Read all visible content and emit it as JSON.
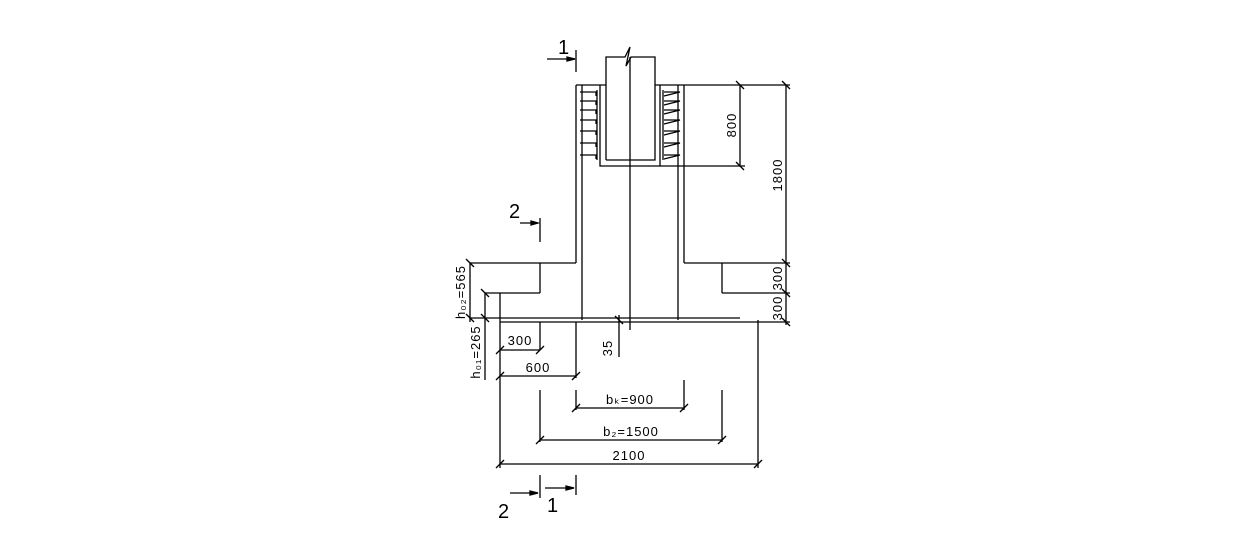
{
  "drawing": {
    "dimensions": {
      "cup_depth": "800",
      "total_height": "1800",
      "step_upper": "300",
      "step_lower": "300",
      "h02": "h₀₂=565",
      "h01": "h₀₁=265",
      "step_width_300": "300",
      "step_width_600": "600",
      "cover": "35",
      "bk": "bₖ=900",
      "bz": "b₂=1500",
      "total_width": "2100"
    },
    "section_marks": {
      "top_1": "1",
      "left_2": "2",
      "bottom_2": "2",
      "bottom_1": "1"
    }
  }
}
